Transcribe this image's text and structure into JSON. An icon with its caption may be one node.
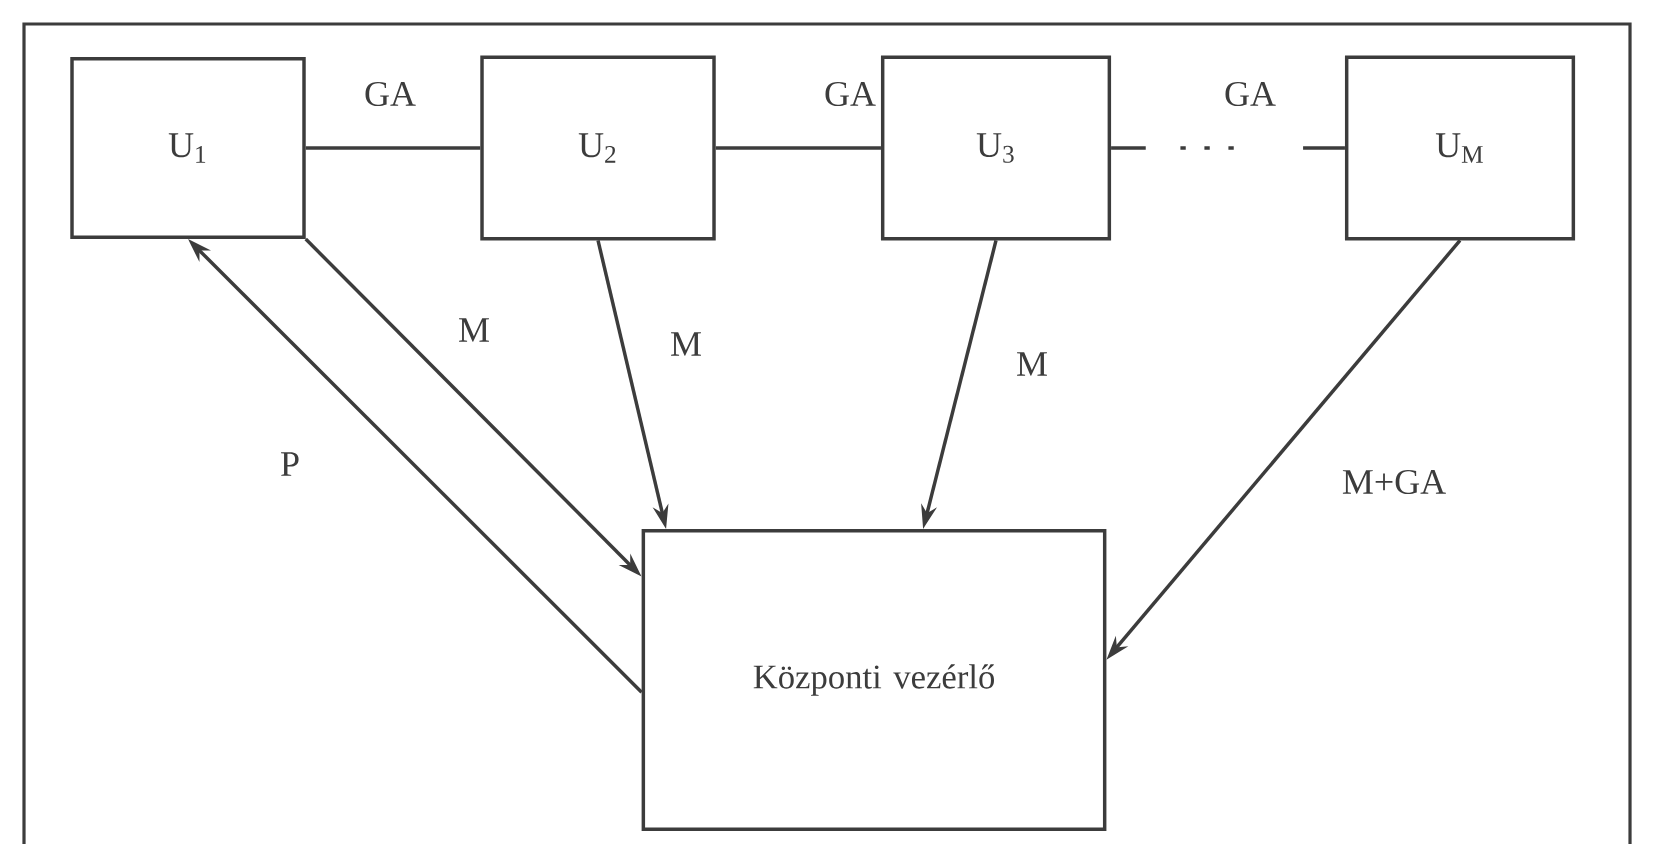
{
  "diagram": {
    "nodes": [
      {
        "text": [
          "U$_{1}$"
        ]
      },
      {
        "text": [
          "U$_{2}$"
        ]
      },
      {
        "text": [
          "U$_{3}$"
        ]
      },
      {
        "text": [
          "U$_{M}$"
        ]
      },
      {
        "text": [
          "Központi vezérlő"
        ]
      }
    ],
    "edges": [
      {
        "from": 0,
        "to": 1,
        "arrow": "none",
        "label": "GA"
      },
      {
        "from": 1,
        "to": 2,
        "arrow": "none",
        "label": "GA"
      },
      {
        "from": 2,
        "to": 3,
        "arrow": "none",
        "label": "GA",
        "style": "dashed"
      },
      {
        "from": 0,
        "to": 4,
        "arrow": "to",
        "label": "M"
      },
      {
        "from": 1,
        "to": 4,
        "arrow": "to",
        "label": "M"
      },
      {
        "from": 2,
        "to": 4,
        "arrow": "to",
        "label": "M"
      },
      {
        "from": 3,
        "to": 4,
        "arrow": "to",
        "label": "M+GA"
      },
      {
        "from": 4,
        "to": 0,
        "arrow": "to",
        "label": "P"
      }
    ]
  }
}
